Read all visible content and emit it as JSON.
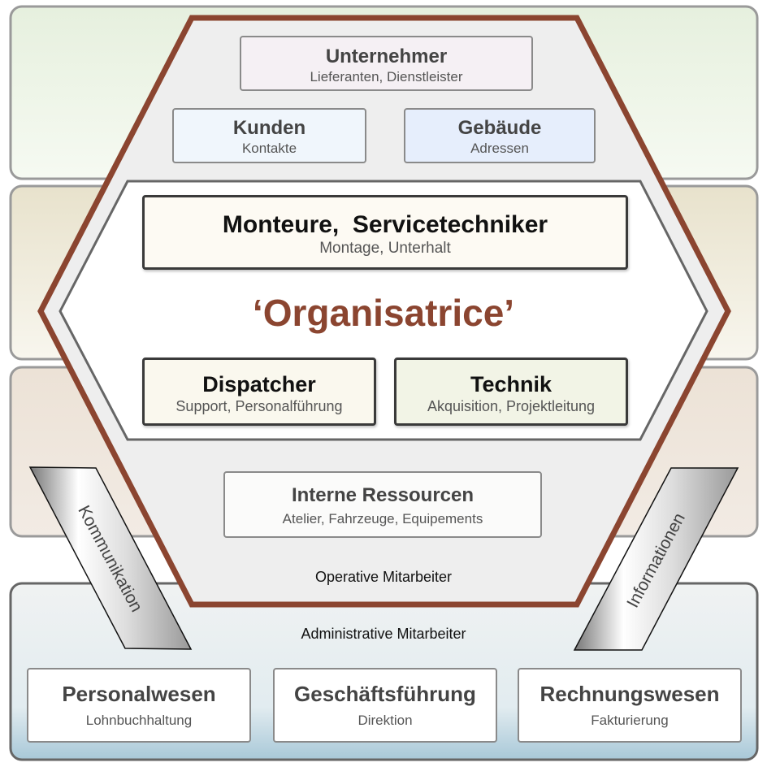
{
  "colors": {
    "hexagon_border": "#8b4530",
    "title": "#8b4530"
  },
  "title": "‘Organisatrice’",
  "unternehmer": {
    "title": "Unternehmer",
    "subtitle": "Lieferanten, Dienstleister"
  },
  "kunden": {
    "title": "Kunden",
    "subtitle": "Kontakte"
  },
  "gebaeude": {
    "title": "Gebäude",
    "subtitle": "Adressen"
  },
  "monteure": {
    "title": "Monteure,  Servicetechniker",
    "subtitle": "Montage, Unterhalt"
  },
  "dispatcher": {
    "title": "Dispatcher",
    "subtitle": "Support, Personalführung"
  },
  "technik": {
    "title": "Technik",
    "subtitle": "Akquisition, Projektleitung"
  },
  "interne": {
    "title": "Interne Ressourcen",
    "subtitle": "Atelier, Fahrzeuge, Equipements"
  },
  "operative_label": "Operative Mitarbeiter",
  "administrative_label": "Administrative Mitarbeiter",
  "kommunikation": "Kommunikation",
  "informationen": "Informationen",
  "personalwesen": {
    "title": "Personalwesen",
    "subtitle": "Lohnbuchhaltung"
  },
  "geschaeftsfuehrung": {
    "title": "Geschäftsführung",
    "subtitle": "Direktion"
  },
  "rechnungswesen": {
    "title": "Rechnungswesen",
    "subtitle": "Fakturierung"
  }
}
